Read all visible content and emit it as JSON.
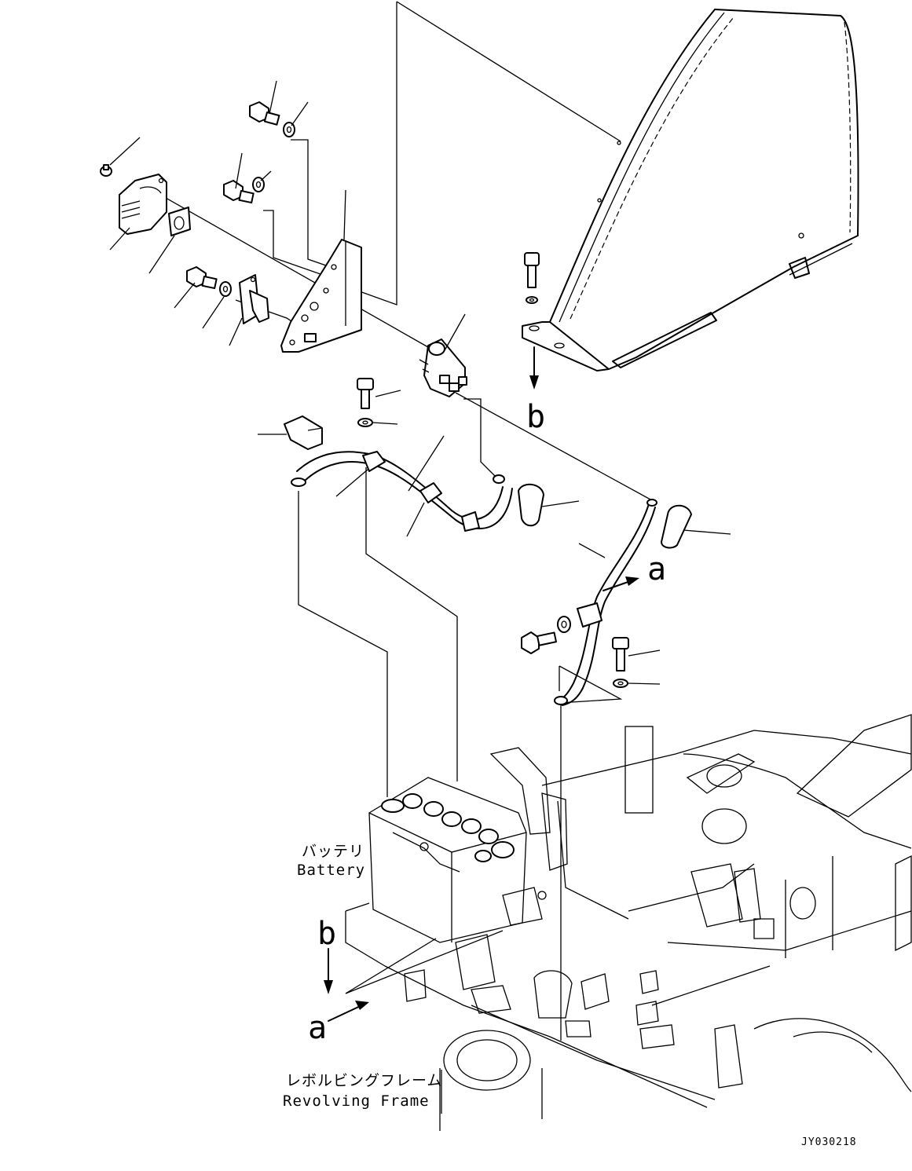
{
  "labels": {
    "battery_jp": "バッテリ",
    "battery_en": "Battery",
    "frame_jp": "レボルビングフレーム",
    "frame_en": "Revolving Frame",
    "view_a": "a",
    "view_b": "b",
    "drawing_code": "JY030218"
  }
}
